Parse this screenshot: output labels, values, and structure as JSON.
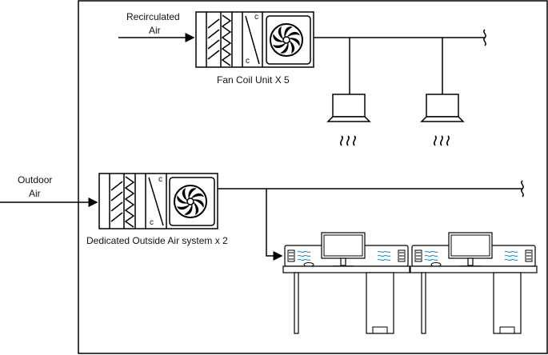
{
  "labels": {
    "recirculated_line1": "Recirculated",
    "recirculated_line2": "Air",
    "outdoor_line1": "Outdoor",
    "outdoor_line2": "Air",
    "fcu_caption": "Fan Coil Unit X 5",
    "doas_caption": "Dedicated Outside Air system x 2",
    "coil_mark": "c"
  },
  "colors": {
    "line": "#000000",
    "airflow": "#1f8fe0",
    "desk_panel": "#eef1f5"
  }
}
